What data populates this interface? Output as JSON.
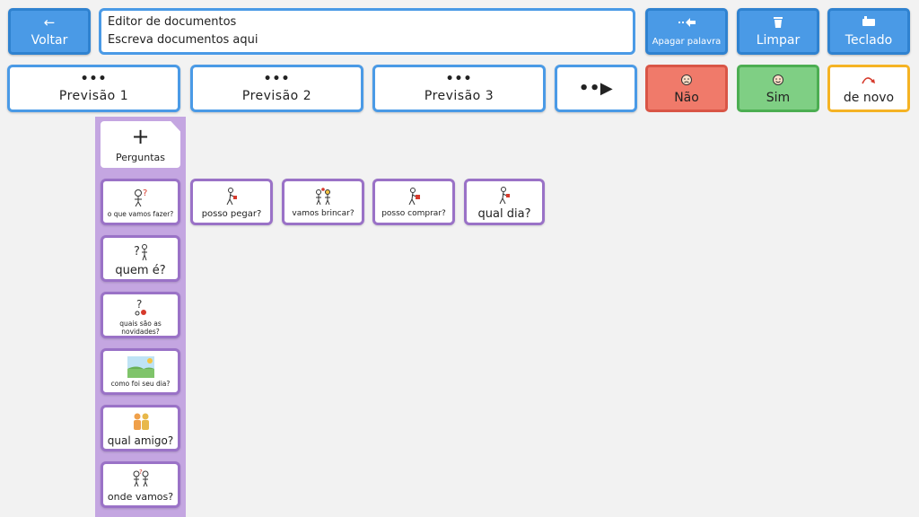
{
  "topbar": {
    "back_label": "Voltar",
    "message_line1": "Editor de documentos",
    "message_line2": "Escreva documentos aqui",
    "delete_word_label": "Apagar palavra",
    "clear_label": "Limpar",
    "keyboard_label": "Teclado"
  },
  "predictions": [
    {
      "dots": "•••",
      "label": "Previsão 1"
    },
    {
      "dots": "•••",
      "label": "Previsão 2"
    },
    {
      "dots": "•••",
      "label": "Previsão 3"
    }
  ],
  "more_symbol": "••▶",
  "quick": {
    "no_label": "Não",
    "yes_label": "Sim",
    "again_label": "de novo"
  },
  "sidebar": {
    "folder_label": "Perguntas",
    "items": [
      {
        "label": "o que vamos fazer?",
        "icon": "question-person-icon"
      },
      {
        "label": "quem é?",
        "icon": "who-icon"
      },
      {
        "label": "quais são as novidades?",
        "icon": "question-news-icon"
      },
      {
        "label": "como foi seu dia?",
        "icon": "landscape-icon"
      },
      {
        "label": "qual amigo?",
        "icon": "friends-icon"
      },
      {
        "label": "onde vamos?",
        "icon": "where-icon"
      }
    ]
  },
  "phrases": [
    {
      "label": "posso pegar?",
      "icon": "take-icon"
    },
    {
      "label": "vamos brincar?",
      "icon": "play-icon"
    },
    {
      "label": "posso comprar?",
      "icon": "buy-icon"
    },
    {
      "label": "qual dia?",
      "icon": "day-icon"
    }
  ],
  "colors": {
    "accent_blue": "#4a9ae6",
    "no_red": "#f07a6a",
    "yes_green": "#7fcf84",
    "again_yellow": "#f5b324",
    "sidebar_purple": "#c4a6e1",
    "tile_border": "#9a72c7"
  }
}
